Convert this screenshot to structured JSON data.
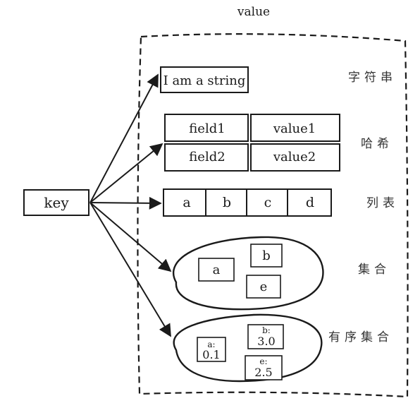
{
  "title": "value",
  "key": "key",
  "types": {
    "string": {
      "label": "字符串",
      "value": "I am a string"
    },
    "hash": {
      "label": "哈希",
      "rows": [
        {
          "field": "field1",
          "value": "value1"
        },
        {
          "field": "field2",
          "value": "value2"
        }
      ]
    },
    "list": {
      "label": "列表",
      "items": [
        "a",
        "b",
        "c",
        "d"
      ]
    },
    "set": {
      "label": "集合",
      "members": [
        "a",
        "b",
        "e"
      ]
    },
    "zset": {
      "label": "有序集合",
      "members": [
        {
          "member": "a:",
          "score": "0.1"
        },
        {
          "member": "b:",
          "score": "3.0"
        },
        {
          "member": "e:",
          "score": "2.5"
        }
      ]
    }
  }
}
